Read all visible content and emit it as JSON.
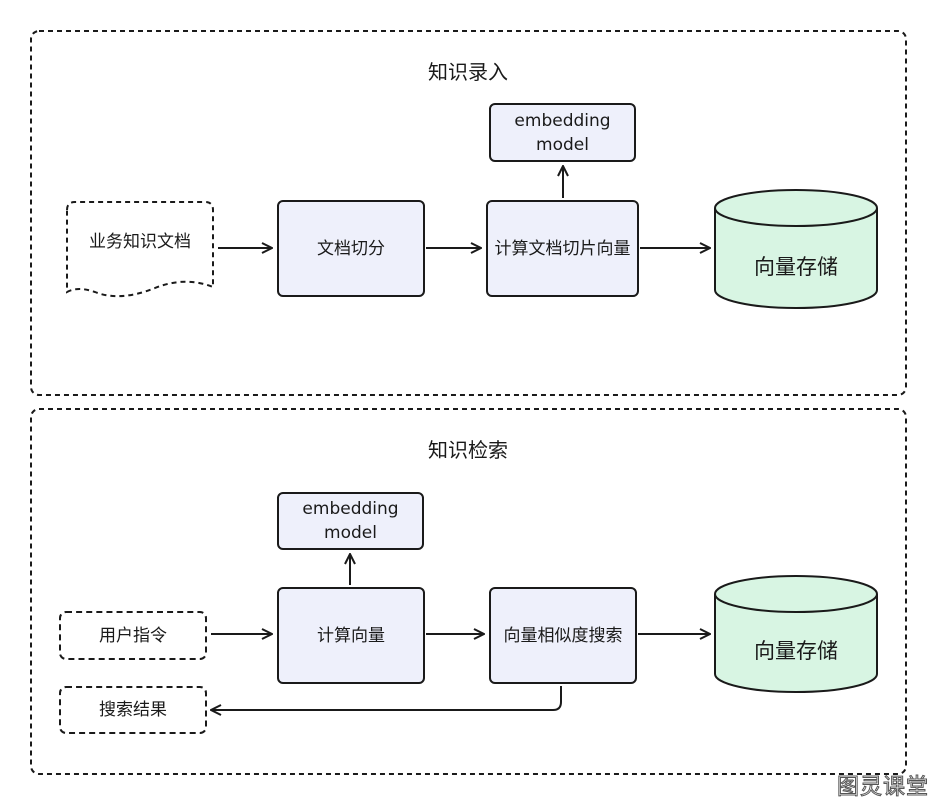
{
  "panels": {
    "ingest": {
      "title": "知识录入",
      "source_doc": "业务知识文档",
      "split": "文档切分",
      "embedding_model": {
        "line1": "embedding",
        "line2": "model"
      },
      "compute": "计算文档切片向量",
      "store": "向量存储"
    },
    "retrieve": {
      "title": "知识检索",
      "user_query": "用户指令",
      "results": "搜索结果",
      "embedding_model": {
        "line1": "embedding",
        "line2": "model"
      },
      "compute": "计算向量",
      "search": "向量相似度搜索",
      "store": "向量存储"
    }
  },
  "colors": {
    "box_fill": "#eef0fb",
    "db_fill": "#d8f5e3",
    "stroke": "#1a1a1a"
  },
  "watermark": "图灵课堂"
}
